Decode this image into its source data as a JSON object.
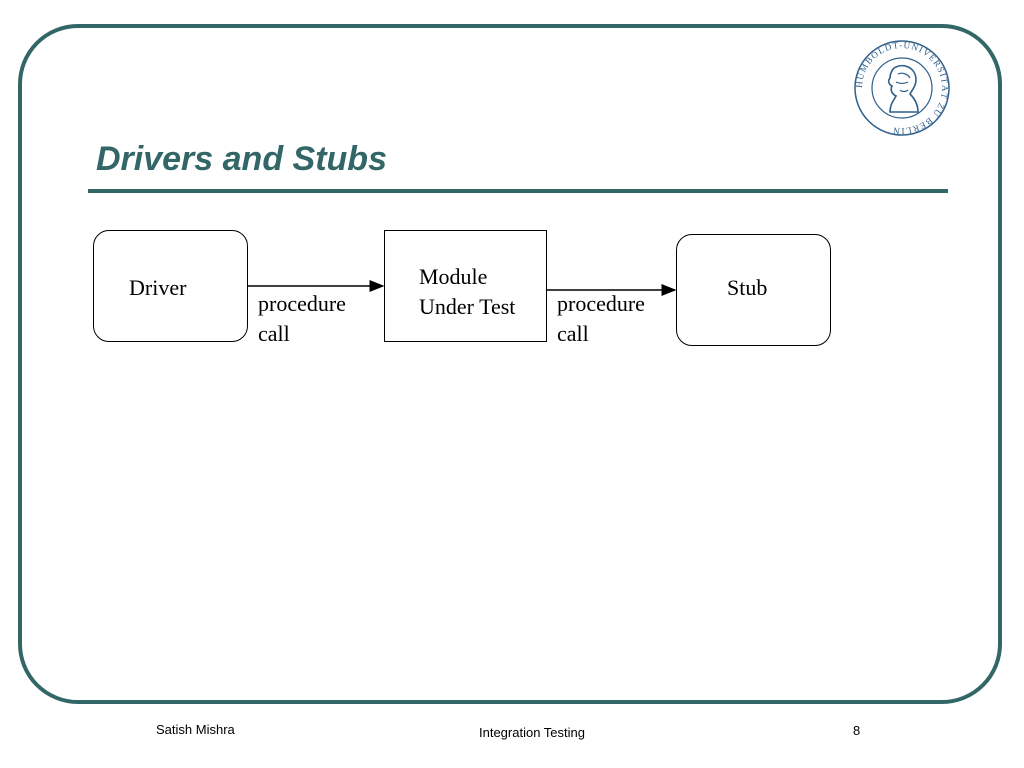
{
  "slide": {
    "title": "Drivers and Stubs",
    "accent_color": "#336666",
    "logo": {
      "icon": "university-seal-icon",
      "text": "HUMBOLDT-UNIVERSITÄT ZU BERLIN"
    }
  },
  "diagram": {
    "nodes": [
      {
        "id": "driver",
        "label": "Driver",
        "shape": "rounded-rect"
      },
      {
        "id": "module_under_test",
        "label_lines": [
          "Module",
          "Under Test"
        ],
        "shape": "rect"
      },
      {
        "id": "stub",
        "label": "Stub",
        "shape": "rounded-rect"
      }
    ],
    "edges": [
      {
        "from": "driver",
        "to": "module_under_test",
        "label": "procedure\ncall"
      },
      {
        "from": "module_under_test",
        "to": "stub",
        "label": "procedure\ncall"
      }
    ]
  },
  "footer": {
    "author": "Satish Mishra",
    "topic": "Integration Testing",
    "page_number": "8"
  }
}
